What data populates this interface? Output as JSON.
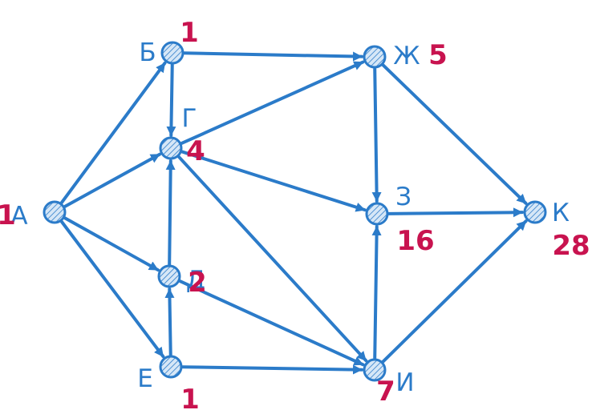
{
  "colors": {
    "edge": "#2b7bc9",
    "node_fill": "#d6e7f7",
    "node_hatch": "#2b7bc9",
    "letter": "#2b7bc9",
    "count": "#c8134f"
  },
  "nodes": [
    {
      "id": "A",
      "letter": "А",
      "count": "1"
    },
    {
      "id": "B",
      "letter": "Б",
      "count": "1"
    },
    {
      "id": "G",
      "letter": "Г",
      "count": "4"
    },
    {
      "id": "D",
      "letter": "Д",
      "count": "2"
    },
    {
      "id": "E",
      "letter": "Е",
      "count": "1"
    },
    {
      "id": "ZH",
      "letter": "Ж",
      "count": "5"
    },
    {
      "id": "Z",
      "letter": "З",
      "count": "16"
    },
    {
      "id": "I",
      "letter": "И",
      "count": "7"
    },
    {
      "id": "K",
      "letter": "К",
      "count": "28"
    }
  ],
  "edges": [
    {
      "from": "A",
      "to": "B"
    },
    {
      "from": "A",
      "to": "G"
    },
    {
      "from": "A",
      "to": "D"
    },
    {
      "from": "A",
      "to": "E"
    },
    {
      "from": "B",
      "to": "G"
    },
    {
      "from": "B",
      "to": "ZH"
    },
    {
      "from": "G",
      "to": "ZH"
    },
    {
      "from": "G",
      "to": "Z"
    },
    {
      "from": "G",
      "to": "I"
    },
    {
      "from": "D",
      "to": "G"
    },
    {
      "from": "D",
      "to": "I"
    },
    {
      "from": "E",
      "to": "D"
    },
    {
      "from": "E",
      "to": "I"
    },
    {
      "from": "ZH",
      "to": "Z"
    },
    {
      "from": "ZH",
      "to": "K"
    },
    {
      "from": "Z",
      "to": "K"
    },
    {
      "from": "I",
      "to": "Z"
    },
    {
      "from": "I",
      "to": "K"
    }
  ]
}
